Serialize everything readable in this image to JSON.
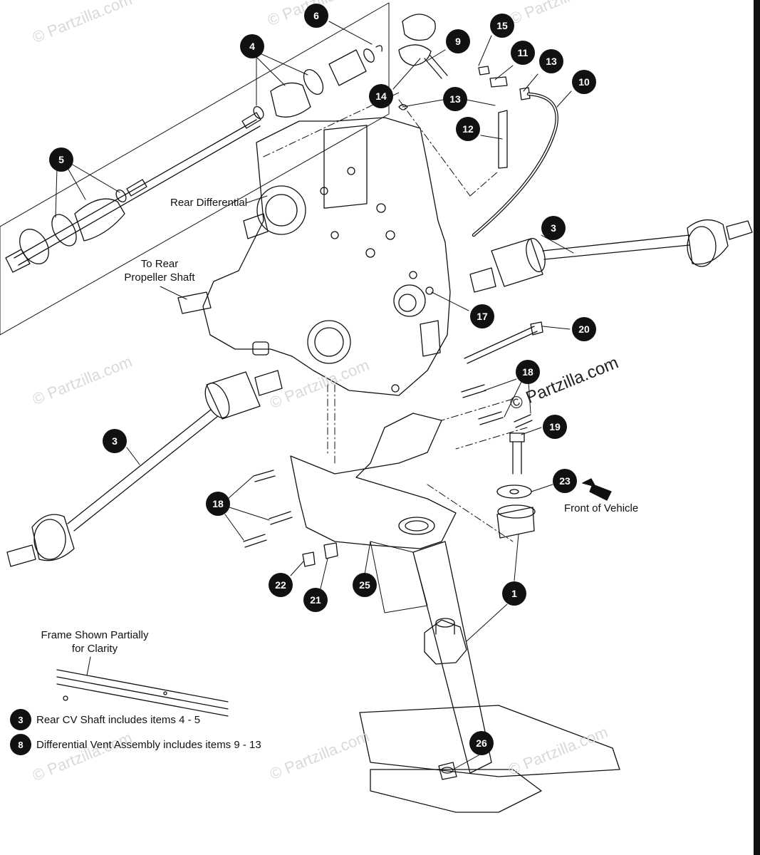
{
  "labels": {
    "rear_differential": "Rear Differential",
    "to_rear_line1": "To Rear",
    "to_rear_line2": "Propeller Shaft",
    "front_of_vehicle": "Front of Vehicle",
    "frame_line1": "Frame Shown Partially",
    "frame_line2": "for Clarity"
  },
  "legend": [
    {
      "badge": "3",
      "text": "Rear CV Shaft includes items 4 - 5"
    },
    {
      "badge": "8",
      "text": "Differential Vent Assembly includes items 9 - 13"
    }
  ],
  "callouts": [
    "6",
    "4",
    "5",
    "15",
    "9",
    "11",
    "13",
    "14",
    "13",
    "10",
    "12",
    "3",
    "17",
    "20",
    "18",
    "3",
    "19",
    "23",
    "18",
    "1",
    "22",
    "21",
    "25",
    "26"
  ],
  "watermark": {
    "main": "© Partzilla.com",
    "faint": "© Partzilla.com"
  },
  "colors": {
    "line": "#111111",
    "callout_fill": "#111111",
    "callout_text": "#ffffff",
    "watermark": "#d9d9d9"
  }
}
